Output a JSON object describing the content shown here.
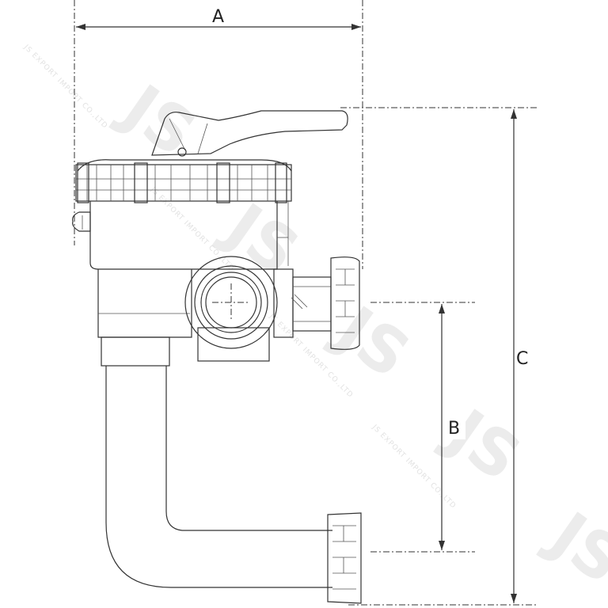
{
  "dimensions": {
    "a": "A",
    "b": "B",
    "c": "C"
  },
  "watermark": {
    "logo_text": "JS",
    "company_text": "JS EXPORT IMPORT CO.,LTD"
  },
  "colors": {
    "line": "#333333",
    "watermark": "#ececec",
    "background": "#ffffff"
  }
}
